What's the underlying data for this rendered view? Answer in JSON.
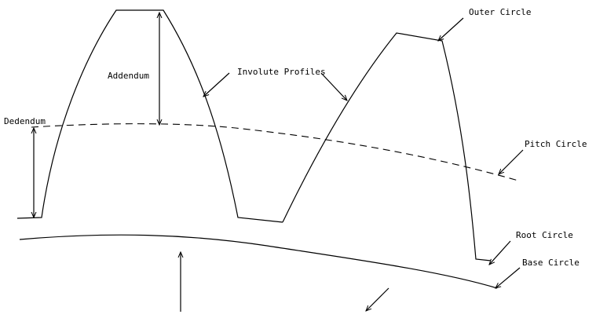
{
  "labels": {
    "outer_circle": "Outer Circle",
    "addendum": "Addendum",
    "involute_profiles": "Involute Profiles",
    "dedendum": "Dedendum",
    "pitch_circle": "Pitch Circle",
    "root_circle": "Root Circle",
    "base_circle": "Base Circle"
  },
  "colors": {
    "background": "#ffffff",
    "line": "#000000"
  }
}
